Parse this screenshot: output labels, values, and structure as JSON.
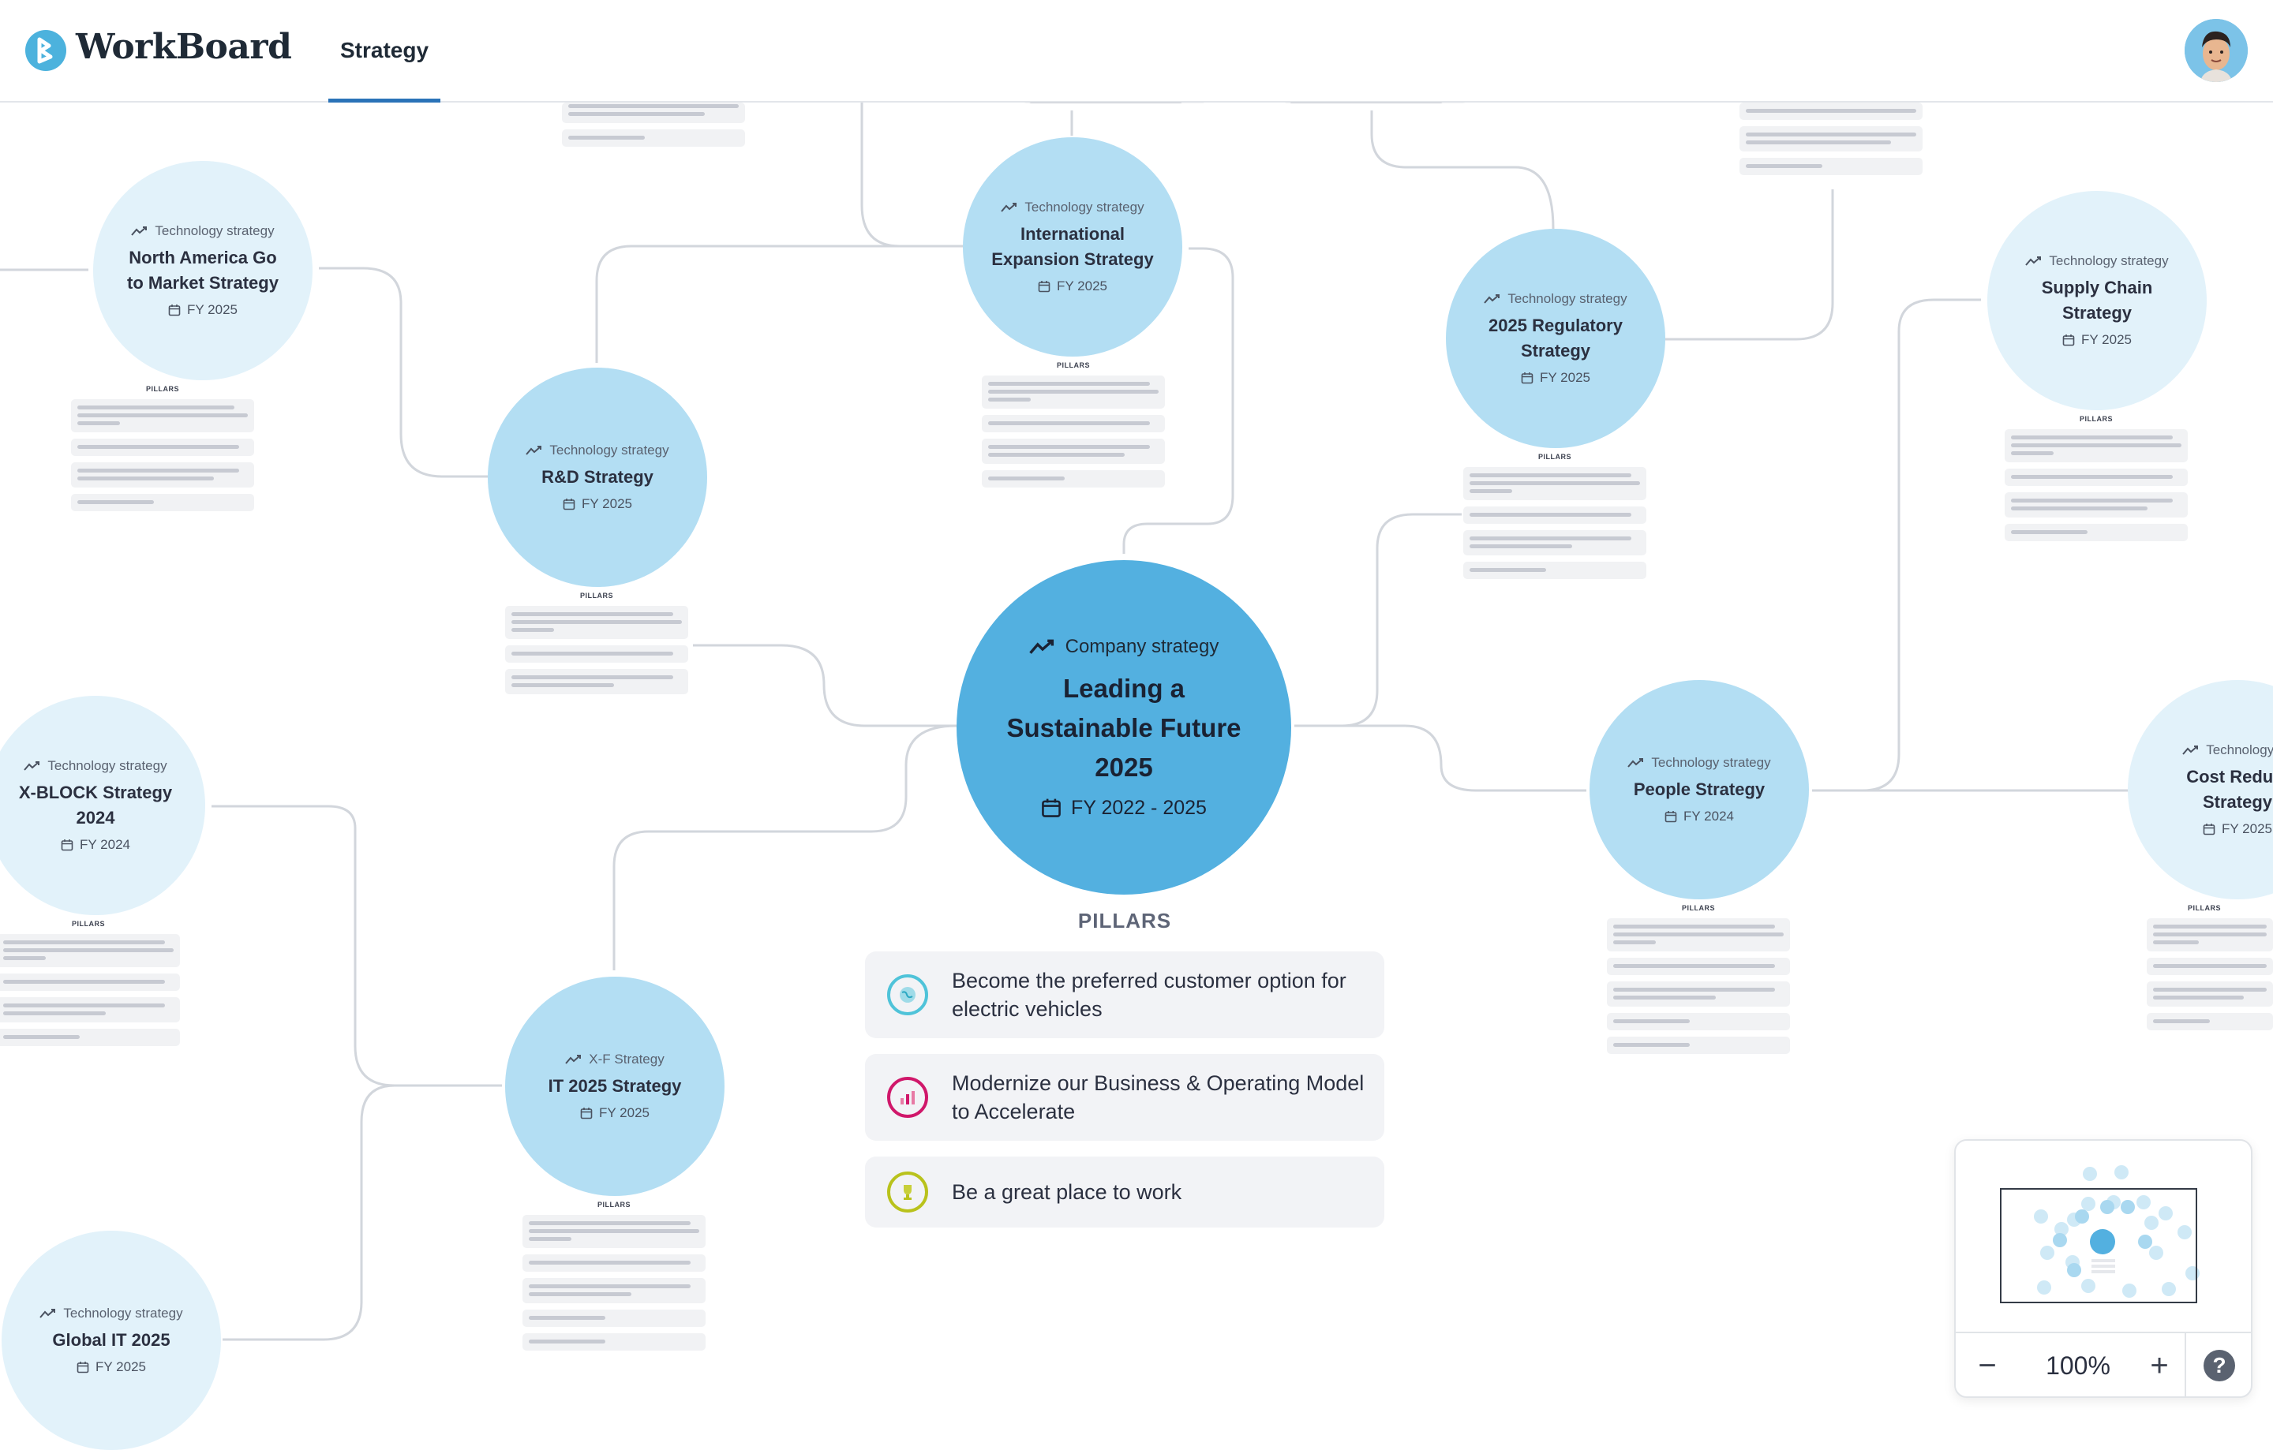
{
  "app": {
    "brand": "WorkBoard",
    "tab": "Strategy"
  },
  "central": {
    "kind": "Company strategy",
    "title": "Leading a Sustainable Future 2025",
    "fy": "FY 2022 - 2025"
  },
  "pillars": {
    "label": "PILLARS",
    "items": [
      {
        "text": "Become the preferred customer option for electric vehicles",
        "color": "#4fc3d9"
      },
      {
        "text": "Modernize our Business & Operating Model to Accelerate",
        "color": "#d0176a"
      },
      {
        "text": "Be a great place to work",
        "color": "#b9c21c"
      }
    ]
  },
  "mini_pillars_label": "PILLARS",
  "nodes": [
    {
      "id": "na",
      "kind": "Technology strategy",
      "title": "North America Go to Market Strategy",
      "fy": "FY 2025"
    },
    {
      "id": "intl",
      "kind": "Technology strategy",
      "title": "International Expansion Strategy",
      "fy": "FY 2025"
    },
    {
      "id": "rd",
      "kind": "Technology strategy",
      "title": "R&D Strategy",
      "fy": "FY 2025"
    },
    {
      "id": "reg",
      "kind": "Technology strategy",
      "title": "2025 Regulatory Strategy",
      "fy": "FY 2025"
    },
    {
      "id": "sc",
      "kind": "Technology strategy",
      "title": "Supply Chain Strategy",
      "fy": "FY 2025"
    },
    {
      "id": "xb",
      "kind": "Technology strategy",
      "title": "X-BLOCK Strategy 2024",
      "fy": "FY 2024"
    },
    {
      "id": "people",
      "kind": "Technology strategy",
      "title": "People Strategy",
      "fy": "FY 2024"
    },
    {
      "id": "cost",
      "kind": "Technology str",
      "title": "Cost Reduct Strategy",
      "fy": "FY 2025"
    },
    {
      "id": "it",
      "kind": "X-F Strategy",
      "title": "IT 2025 Strategy",
      "fy": "FY 2025"
    },
    {
      "id": "global",
      "kind": "Technology strategy",
      "title": "Global IT 2025",
      "fy": "FY 2025"
    }
  ],
  "minimap": {
    "zoom": "100%",
    "zoom_out": "−",
    "zoom_in": "+",
    "help": "?"
  },
  "colors": {
    "accent": "#2a73b8",
    "central": "#53b0e0",
    "node": "#b3def3"
  }
}
